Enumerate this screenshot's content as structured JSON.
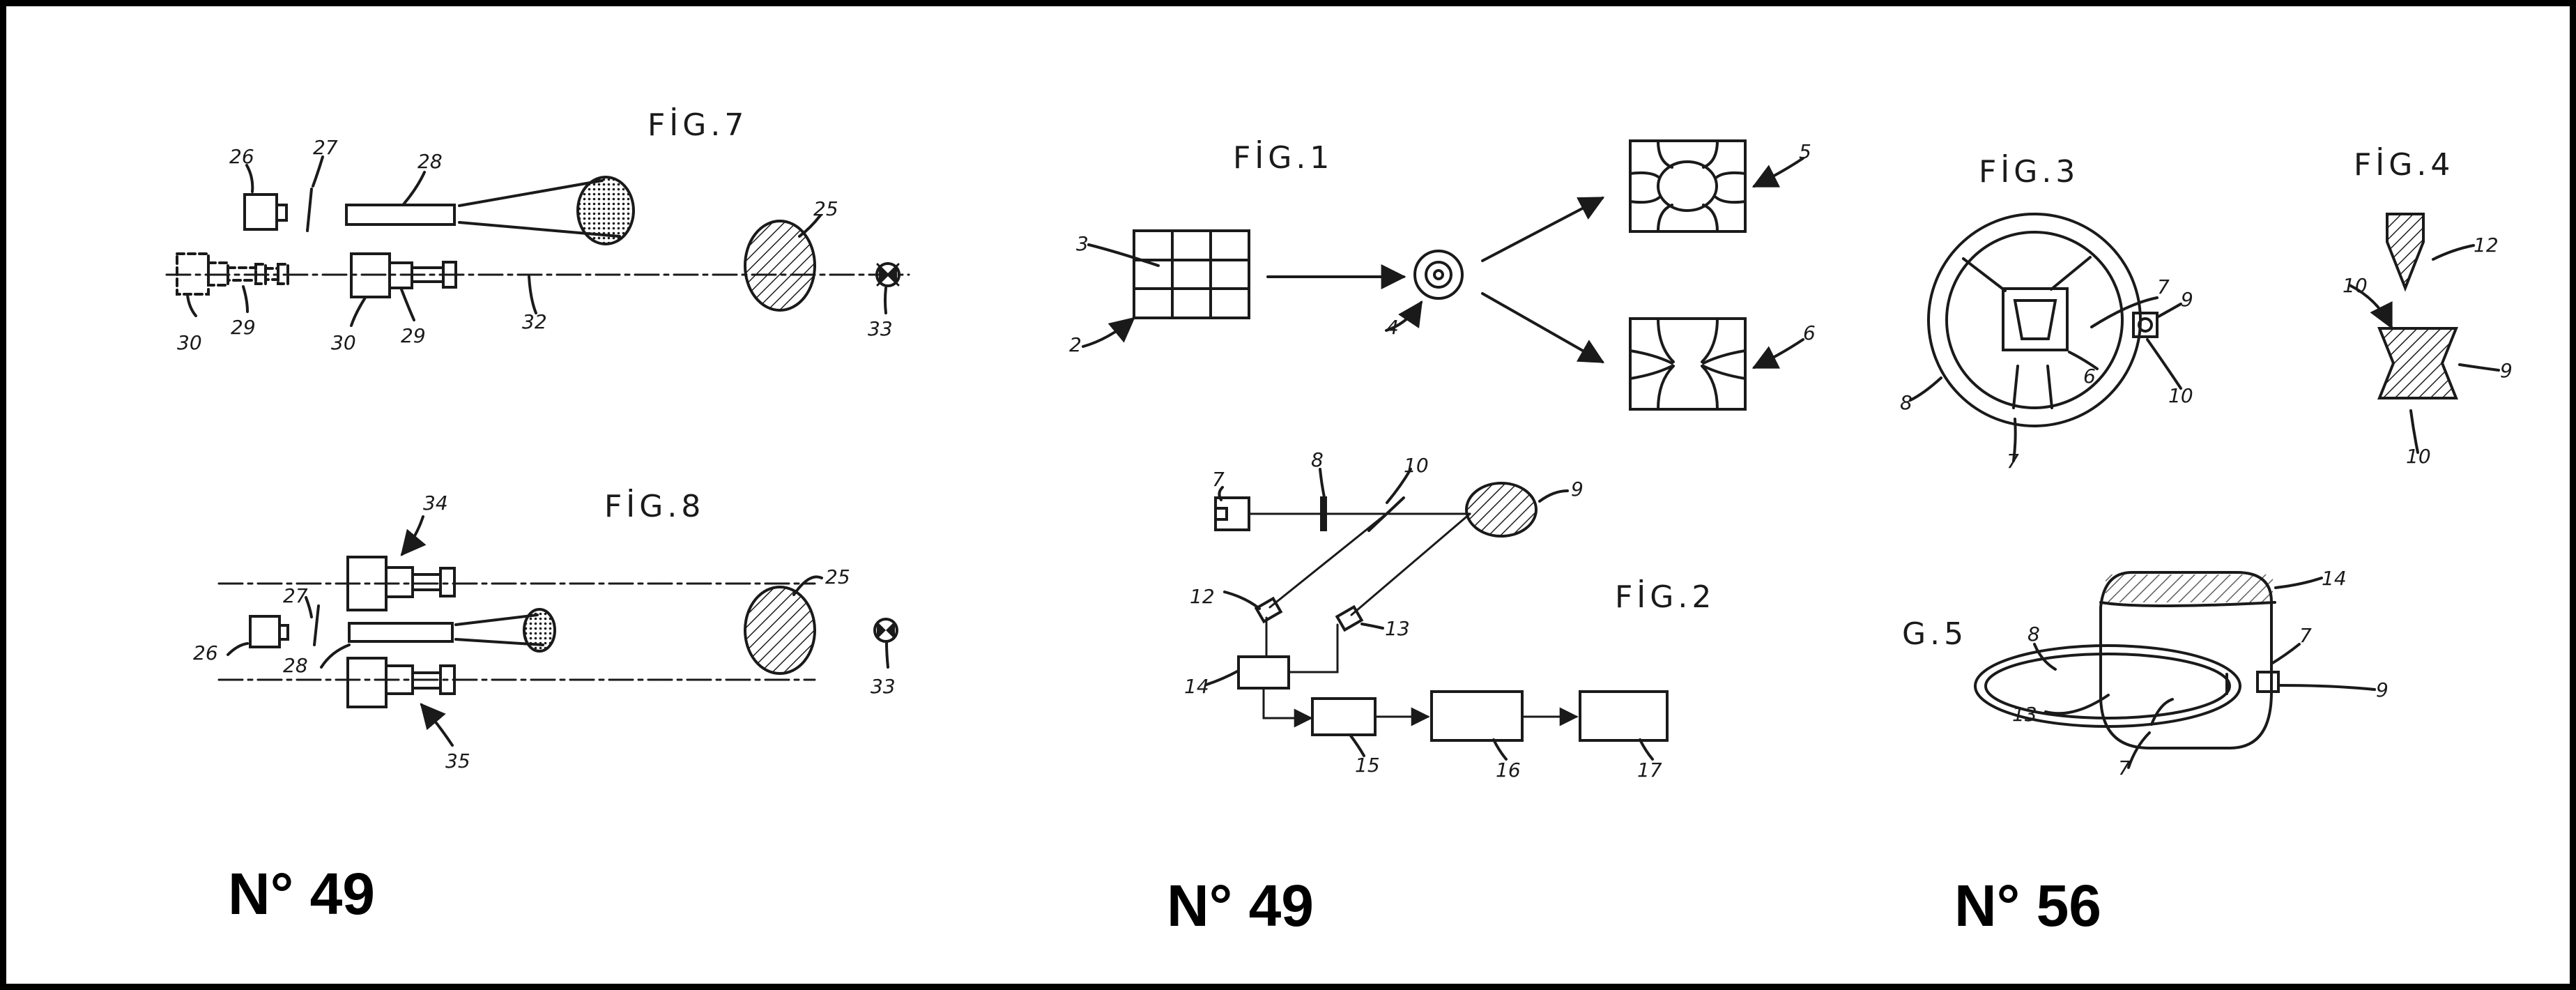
{
  "plates": [
    {
      "number": "N° 49"
    },
    {
      "number": "N° 49"
    },
    {
      "number": "N° 56"
    }
  ],
  "figures": {
    "fig7": "FİG.7",
    "fig8": "FİG.8",
    "fig1": "FİG.1",
    "fig2": "FİG.2",
    "fig3": "FİG.3",
    "fig4": "FİG.4",
    "fig5": "G.5"
  },
  "refs": {
    "f7": [
      "26",
      "27",
      "28",
      "25",
      "30",
      "29",
      "30",
      "29",
      "32",
      "33"
    ],
    "f8": [
      "34",
      "27",
      "26",
      "28",
      "25",
      "33",
      "35"
    ],
    "f1": [
      "3",
      "2",
      "4",
      "5",
      "6"
    ],
    "f2": [
      "7",
      "8",
      "10",
      "9",
      "12",
      "13",
      "14",
      "15",
      "16",
      "17"
    ],
    "f3": [
      "7",
      "9",
      "6",
      "10",
      "8",
      "7"
    ],
    "f4": [
      "12",
      "10",
      "9",
      "10"
    ],
    "f5": [
      "14",
      "8",
      "7",
      "9",
      "13",
      "7"
    ]
  },
  "colors": {
    "ink": "#1a1a1a",
    "frame": "#000000"
  }
}
